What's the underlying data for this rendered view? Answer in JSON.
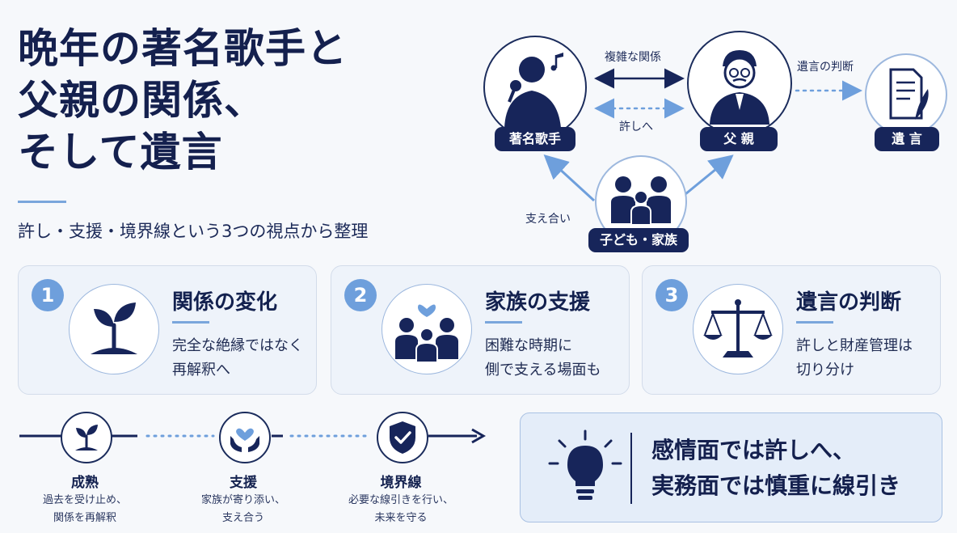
{
  "title": {
    "line1": "晩年の著名歌手と",
    "line2": "父親の関係、",
    "line3": "そして遺言",
    "subtitle": "許し・支援・境界線という3つの視点から整理"
  },
  "diagram": {
    "nodes": {
      "singer": "著名歌手",
      "father": "父 親",
      "will": "遺 言",
      "family": "子ども・家族"
    },
    "edges": {
      "complex": "複雑な関係",
      "forgive": "許しへ",
      "will_decision": "遺言の判断",
      "support": "支え合い"
    }
  },
  "cards": [
    {
      "number": "1",
      "title": "関係の変化",
      "text1": "完全な絶縁ではなく",
      "text2": "再解釈へ",
      "icon": "sprout-icon"
    },
    {
      "number": "2",
      "title": "家族の支援",
      "text1": "困難な時期に",
      "text2": "側で支える場面も",
      "icon": "family-heart-icon"
    },
    {
      "number": "3",
      "title": "遺言の判断",
      "text1": "許しと財産管理は",
      "text2": "切り分け",
      "icon": "scales-icon"
    }
  ],
  "timeline": [
    {
      "label": "成熟",
      "desc1": "過去を受け止め、",
      "desc2": "関係を再解釈",
      "icon": "sprout-icon"
    },
    {
      "label": "支援",
      "desc1": "家族が寄り添い、",
      "desc2": "支え合う",
      "icon": "hands-heart-icon"
    },
    {
      "label": "境界線",
      "desc1": "必要な線引きを行い、",
      "desc2": "未来を守る",
      "icon": "shield-check-icon"
    }
  ],
  "callout": {
    "line1": "感情面では許しへ、",
    "line2": "実務面では慎重に線引き",
    "icon": "lightbulb-icon"
  },
  "colors": {
    "navy": "#17255a",
    "accent": "#6e9fdc",
    "card_bg": "#eef3fa"
  }
}
